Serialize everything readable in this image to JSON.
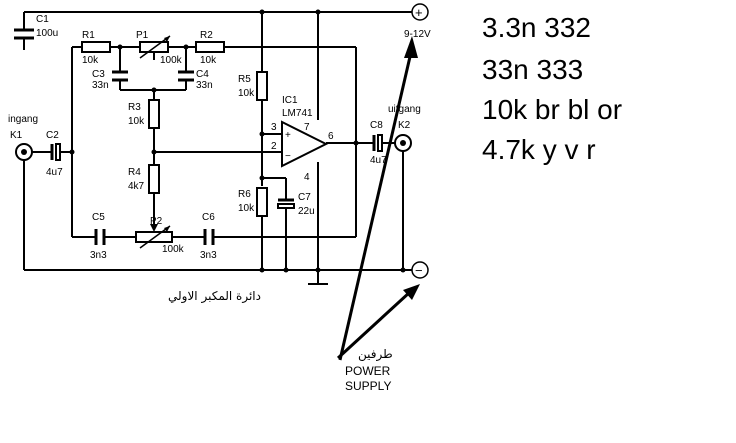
{
  "components": {
    "c1": {
      "ref": "C1",
      "value": "100u"
    },
    "r1": {
      "ref": "R1",
      "value": "10k"
    },
    "p1": {
      "ref": "P1",
      "value": "100k"
    },
    "r2": {
      "ref": "R2",
      "value": "10k"
    },
    "c3": {
      "ref": "C3",
      "value": "33n"
    },
    "c4": {
      "ref": "C4",
      "value": "33n"
    },
    "r3": {
      "ref": "R3",
      "value": "10k"
    },
    "r4": {
      "ref": "R4",
      "value": "4k7"
    },
    "r5": {
      "ref": "R5",
      "value": "10k"
    },
    "r6": {
      "ref": "R6",
      "value": "10k"
    },
    "c7": {
      "ref": "C7",
      "value": "22u"
    },
    "c5": {
      "ref": "C5",
      "value": "3n3"
    },
    "p2": {
      "ref": "P2",
      "value": "100k"
    },
    "c6": {
      "ref": "C6",
      "value": "3n3"
    },
    "c2": {
      "ref": "C2",
      "value": "4u7"
    },
    "c8": {
      "ref": "C8",
      "value": "4u7"
    },
    "k1": {
      "ref": "K1",
      "label": "ingang"
    },
    "k2": {
      "ref": "K2",
      "label": "uitgang"
    },
    "ic1": {
      "ref": "IC1",
      "part": "LM741"
    }
  },
  "pins": {
    "p3": "3",
    "p2": "2",
    "p7": "7",
    "p6": "6",
    "p4": "4",
    "plus": "+",
    "minus": "−"
  },
  "supply": {
    "voltage": "9-12V",
    "plus_symbol": "+",
    "minus_symbol": "−"
  },
  "caption_arabic": "دائرة المكبر الاولي",
  "power_label": {
    "arabic": "طرفين",
    "line1": "POWER",
    "line2": "SUPPLY"
  },
  "notes": [
    "3.3n  332",
    "33n   333",
    "10k br bl or",
    "4.7k y v r"
  ]
}
